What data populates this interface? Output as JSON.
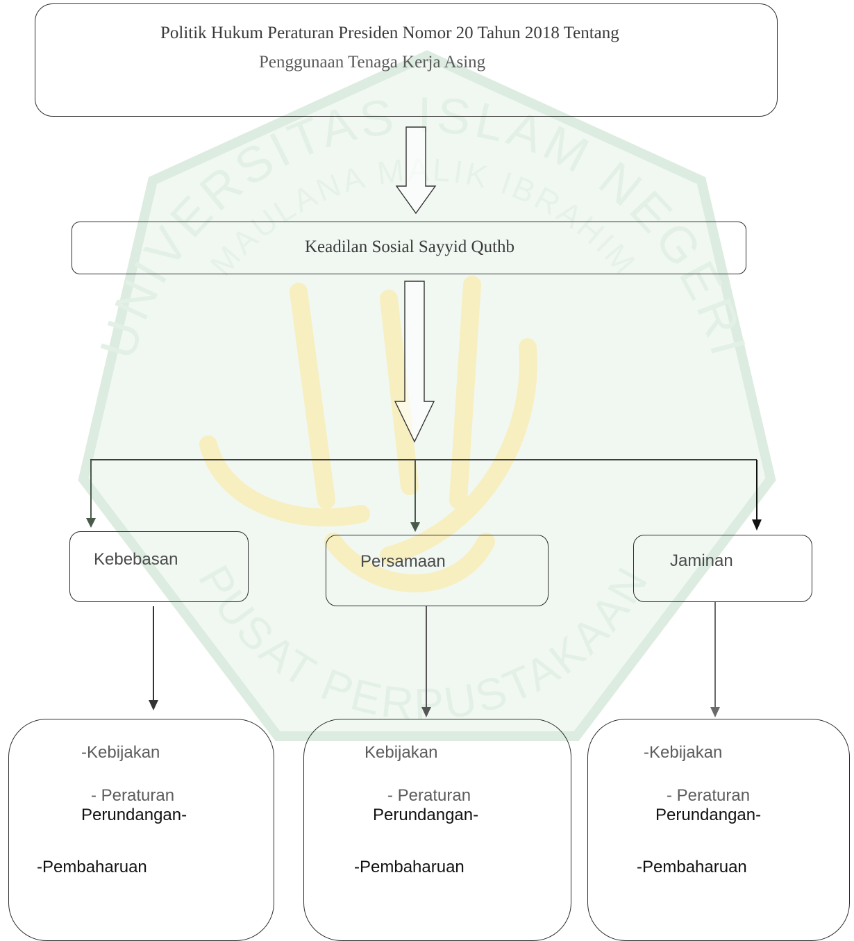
{
  "top_box": {
    "line1": "Politik Hukum Peraturan Presiden Nomor 20 Tahun 2018 Tentang",
    "line2": "Penggunaan Tenaga Kerja Asing"
  },
  "middle_box": {
    "label": "Keadilan Sosial Sayyid Quthb"
  },
  "categories": [
    {
      "label": "Kebebasan"
    },
    {
      "label": "Persamaan"
    },
    {
      "label": "Jaminan"
    }
  ],
  "leaves": [
    {
      "line1": "-Kebijakan",
      "line2": "- Peraturan",
      "line3": "Perundangan-",
      "line4": "-Pembaharuan"
    },
    {
      "line1": "Kebijakan",
      "line2": "- Peraturan",
      "line3": "Perundangan-",
      "line4": "-Pembaharuan"
    },
    {
      "line1": "-Kebijakan",
      "line2": "- Peraturan",
      "line3": "Perundangan-",
      "line4": "-Pembaharuan"
    }
  ],
  "watermark": {
    "outer_text": "UNIVERSITAS ISLAM NEGERI",
    "inner_text": "MAULANA MALIK IBRAHIM",
    "bottom_text": "PUSAT PERPUSTAKAAN",
    "colors": {
      "green": "#eaf5ec",
      "gold": "#fbf6d6",
      "stroke": "#d9ecdb"
    }
  },
  "colors": {
    "border": "#2b2b2b",
    "connector_dark": "#1a1a1a",
    "connector_gray": "#5a5a5a"
  }
}
